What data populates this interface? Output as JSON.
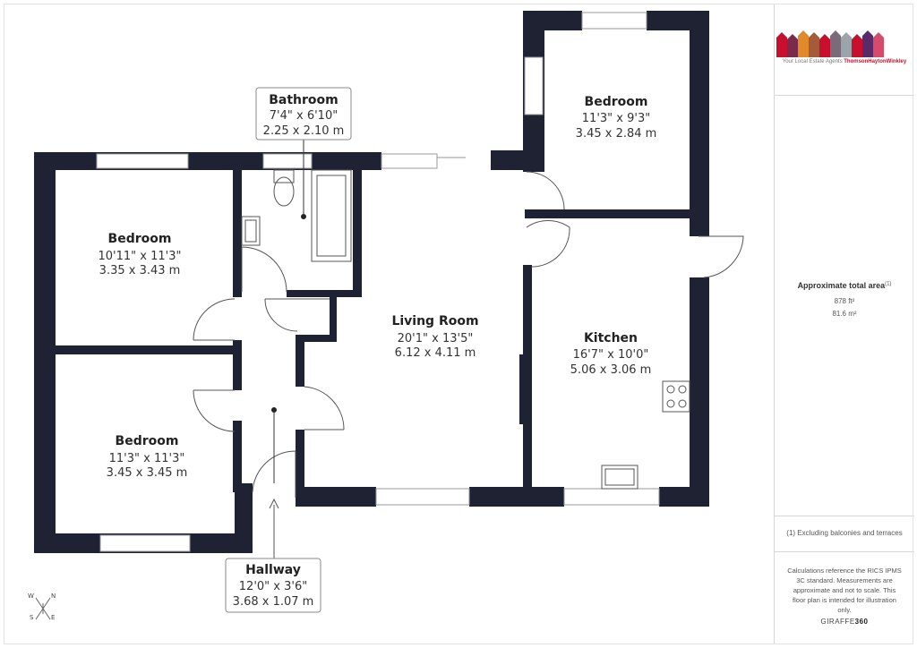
{
  "rooms": {
    "bathroom": {
      "name": "Bathroom",
      "imperial": "7'4\" x 6'10\"",
      "metric": "2.25 x 2.10 m"
    },
    "bedroom_top_right": {
      "name": "Bedroom",
      "imperial": "11'3\" x 9'3\"",
      "metric": "3.45 x 2.84 m"
    },
    "bedroom_left_upper": {
      "name": "Bedroom",
      "imperial": "10'11\" x 11'3\"",
      "metric": "3.35 x 3.43 m"
    },
    "bedroom_left_lower": {
      "name": "Bedroom",
      "imperial": "11'3\" x 11'3\"",
      "metric": "3.45 x 3.45 m"
    },
    "living_room": {
      "name": "Living Room",
      "imperial": "20'1\" x 13'5\"",
      "metric": "6.12 x 4.11 m"
    },
    "kitchen": {
      "name": "Kitchen",
      "imperial": "16'7\" x 10'0\"",
      "metric": "5.06 x 3.06 m"
    },
    "hallway": {
      "name": "Hallway",
      "imperial": "12'0\" x 3'6\"",
      "metric": "3.68 x 1.07 m"
    }
  },
  "sidebar": {
    "logo_tagline_prefix": "Your Local Estate Agents",
    "logo_brand": "ThomsonHaytonWinkley",
    "area_title": "Approximate total area",
    "area_footnote_mark": "(1)",
    "area_sqft": "878 ft²",
    "area_sqm": "81.6 m²",
    "exclusion_note": "(1) Excluding balconies and terraces",
    "calc_note": "Calculations reference the RICS IPMS 3C standard. Measurements are approximate and not to scale. This floor plan is intended for illustration only.",
    "brand_prefix": "GIRAFFE",
    "brand_suffix": "360"
  },
  "compass": {
    "w": "W",
    "n": "N",
    "s": "S",
    "e": "E"
  },
  "colors": {
    "wall": "#1f2233",
    "text": "#222222",
    "brand_red": "#c8102e"
  }
}
